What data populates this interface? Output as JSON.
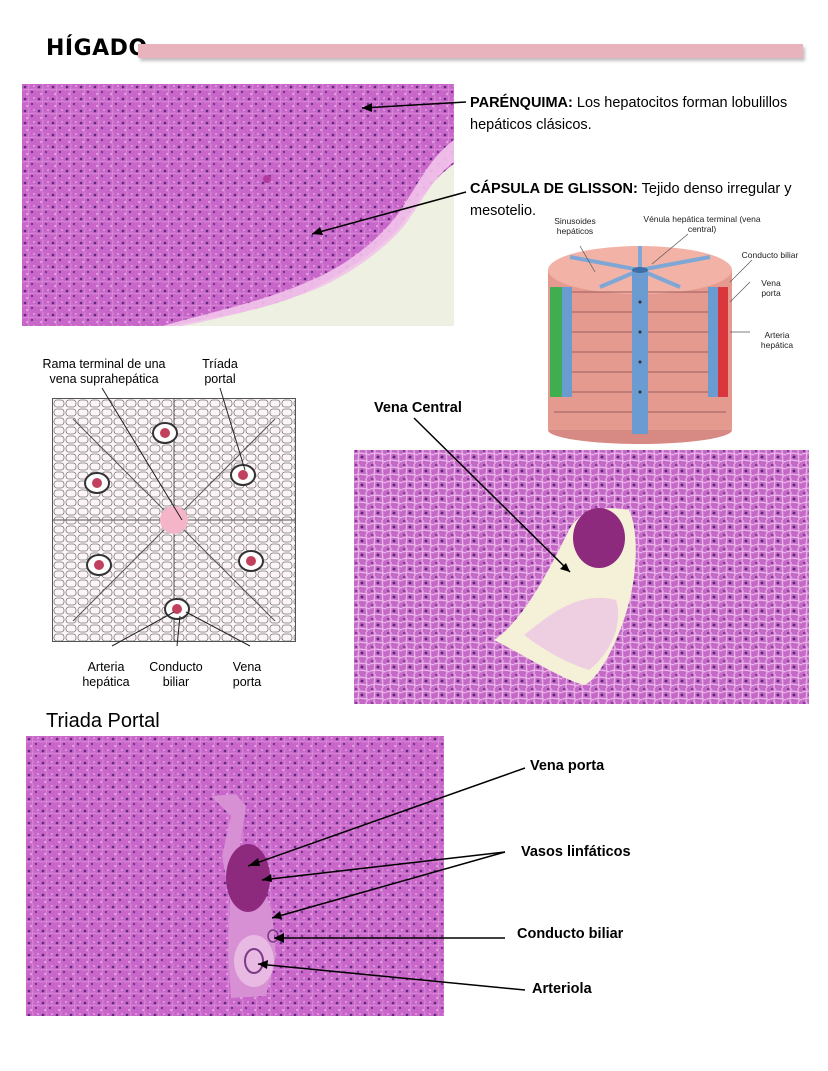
{
  "page": {
    "title": "HÍGADO"
  },
  "capsule_figure": {
    "parenchyma_title": "PARÉNQUIMA:",
    "parenchyma_text": "Los hepatocitos forman lobulillos hepáticos clásicos.",
    "glisson_title": "CÁPSULA DE GLISSON:",
    "glisson_text": "Tejido denso irregular y mesotelio."
  },
  "lobule_3d": {
    "sinusoides": "Sinusoides hepáticos",
    "venula": "Vénula hepática terminal (vena central)",
    "conducto": "Conducto biliar",
    "vena": "Vena porta",
    "arteria": "Arteria hepática"
  },
  "lobule_diagram": {
    "rama": "Rama terminal de una vena suprahepática",
    "triada": "Tríada portal",
    "arteria": "Arteria hepática",
    "conducto": "Conducto biliar",
    "vena": "Vena porta"
  },
  "central_vein": {
    "label": "Vena Central"
  },
  "portal_triad": {
    "section_title": "Triada Portal",
    "vena_porta": "Vena porta",
    "vasos": "Vasos linfáticos",
    "conducto": "Conducto biliar",
    "arteriola": "Arteriola"
  },
  "colors": {
    "bar": "#e8b3bd",
    "tissue": "#c25fc7",
    "tissue_light": "#e7a9e4",
    "artery": "#d9363e",
    "portal": "#6a9bd1",
    "bile": "#3fae4e"
  }
}
